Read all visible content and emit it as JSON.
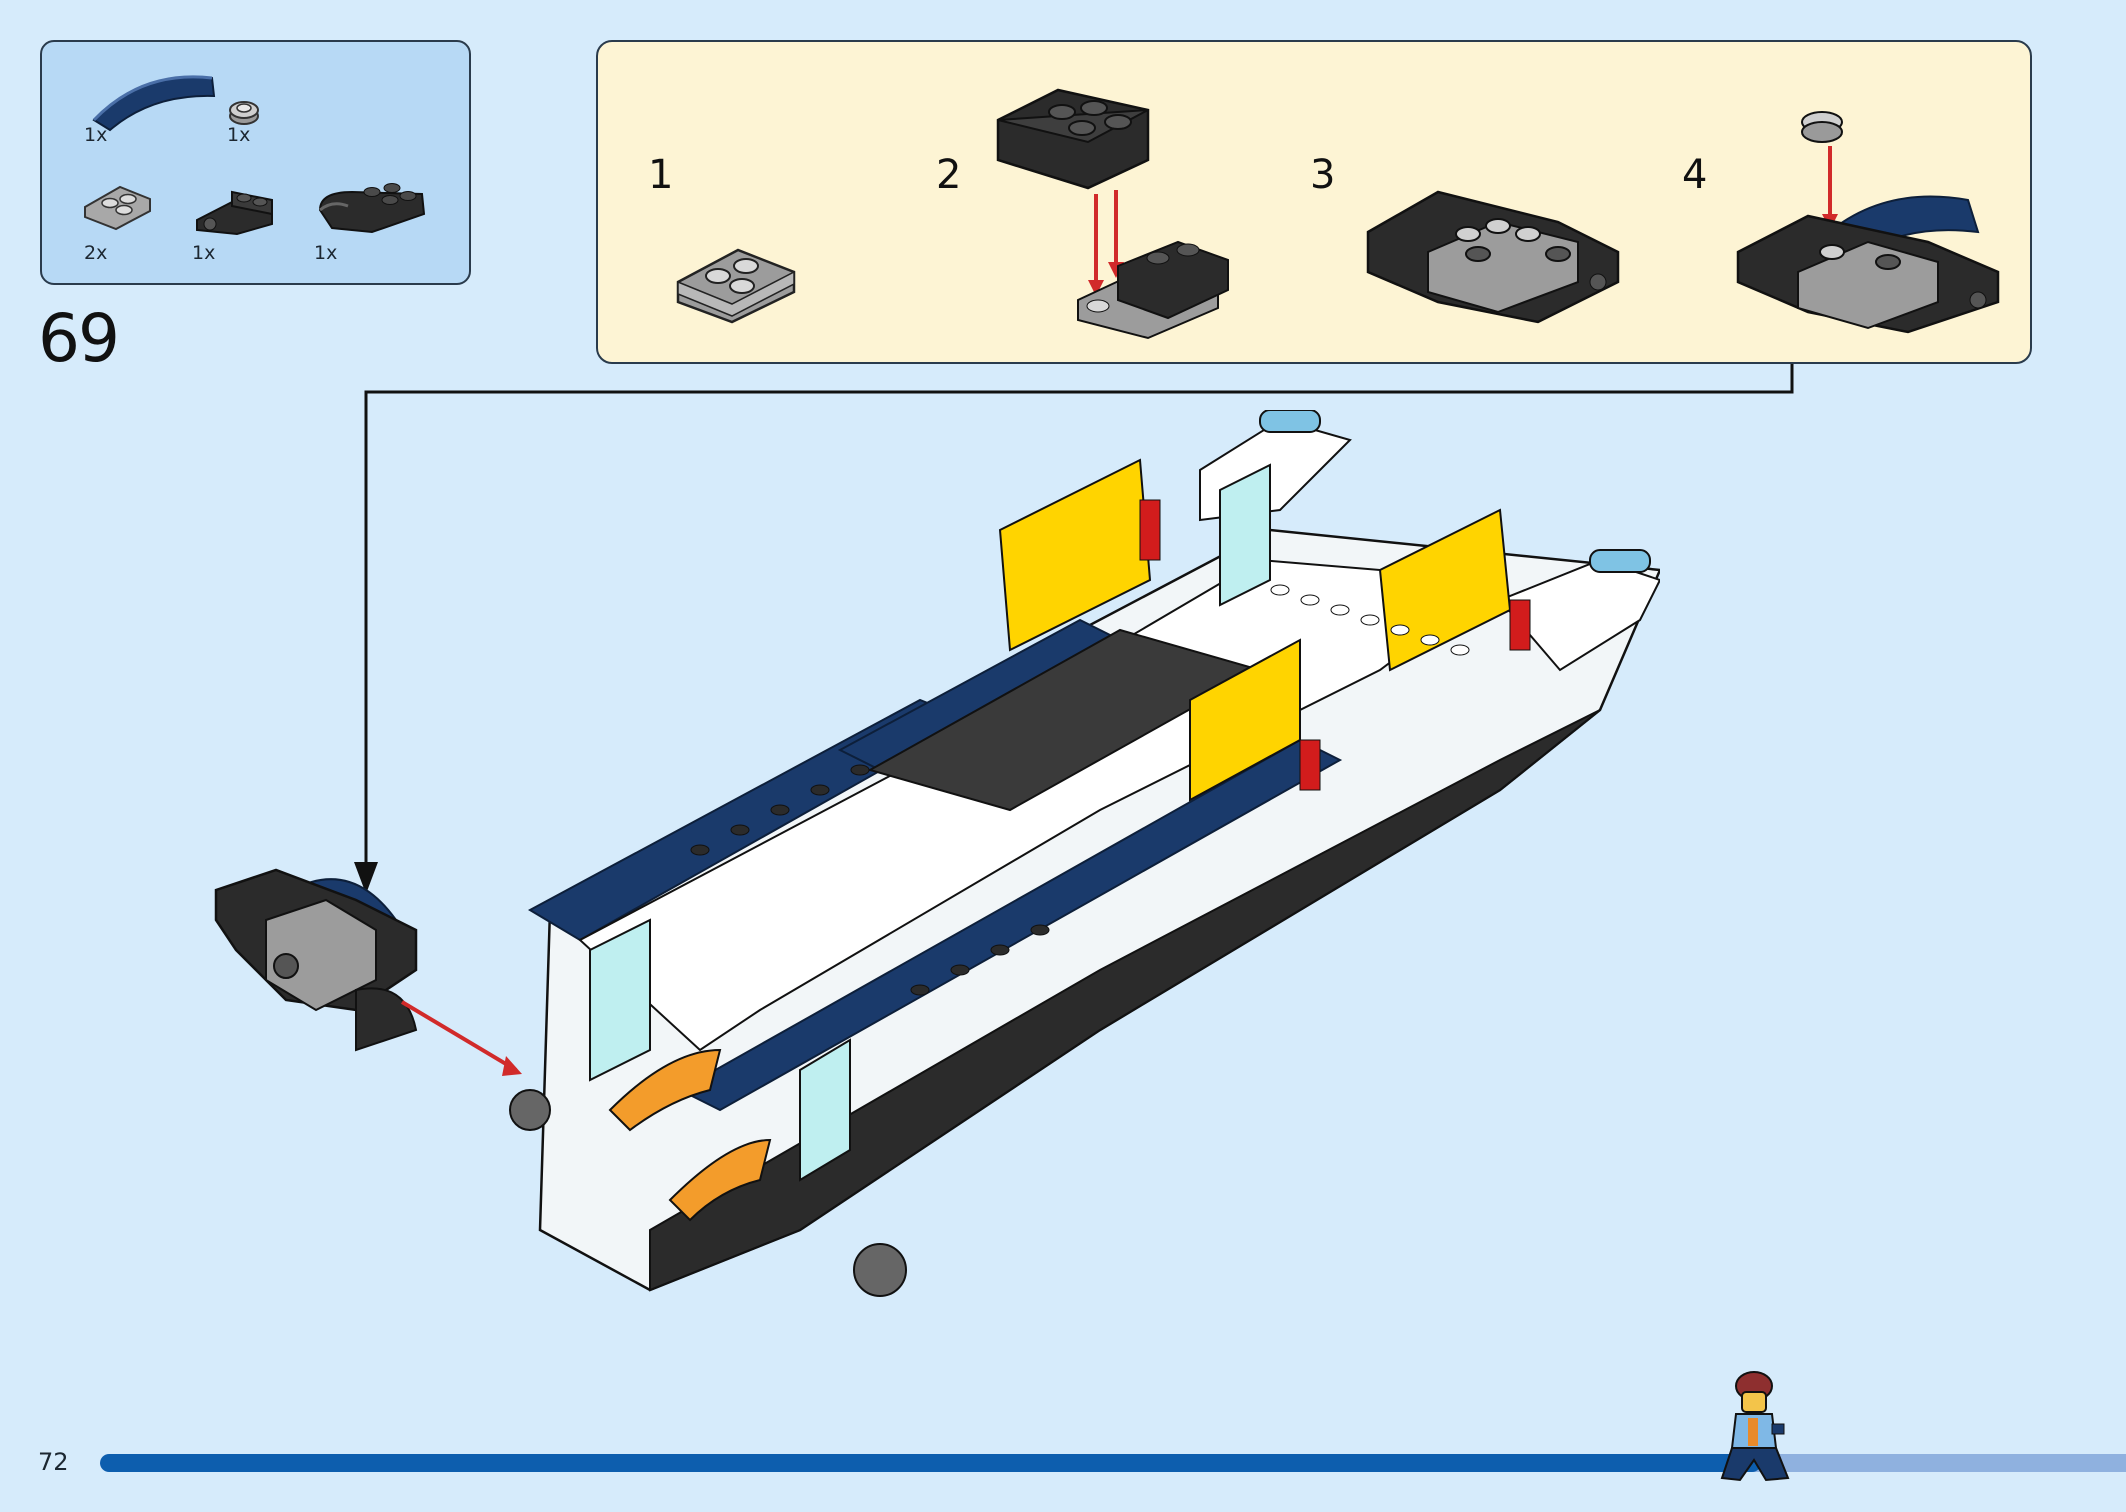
{
  "parts_list": {
    "items": [
      {
        "name": "dark-blue-curved-slope",
        "qty": "1x",
        "color": "#1a3a6b"
      },
      {
        "name": "light-gray-round-plate",
        "qty": "1x",
        "color": "#c9c9c9"
      },
      {
        "name": "light-gray-wedge-plate",
        "qty": "2x",
        "color": "#a8a8a8"
      },
      {
        "name": "black-hinge-brick",
        "qty": "1x",
        "color": "#2b2b2b"
      },
      {
        "name": "black-clip-brick",
        "qty": "1x",
        "color": "#2b2b2b"
      }
    ]
  },
  "step": {
    "number": "69"
  },
  "sub_assembly": {
    "steps": [
      {
        "label": "1"
      },
      {
        "label": "2"
      },
      {
        "label": "3"
      },
      {
        "label": "4"
      }
    ]
  },
  "footer": {
    "page_number": "72",
    "progress": 0.82
  },
  "colors": {
    "background": "#d6ebfb",
    "parts_box": "#b7d9f5",
    "sub_box": "#fdf4d4",
    "progress_fill": "#0d5eae",
    "progress_track": "#8fb1df",
    "arrow": "#d12a2a"
  }
}
